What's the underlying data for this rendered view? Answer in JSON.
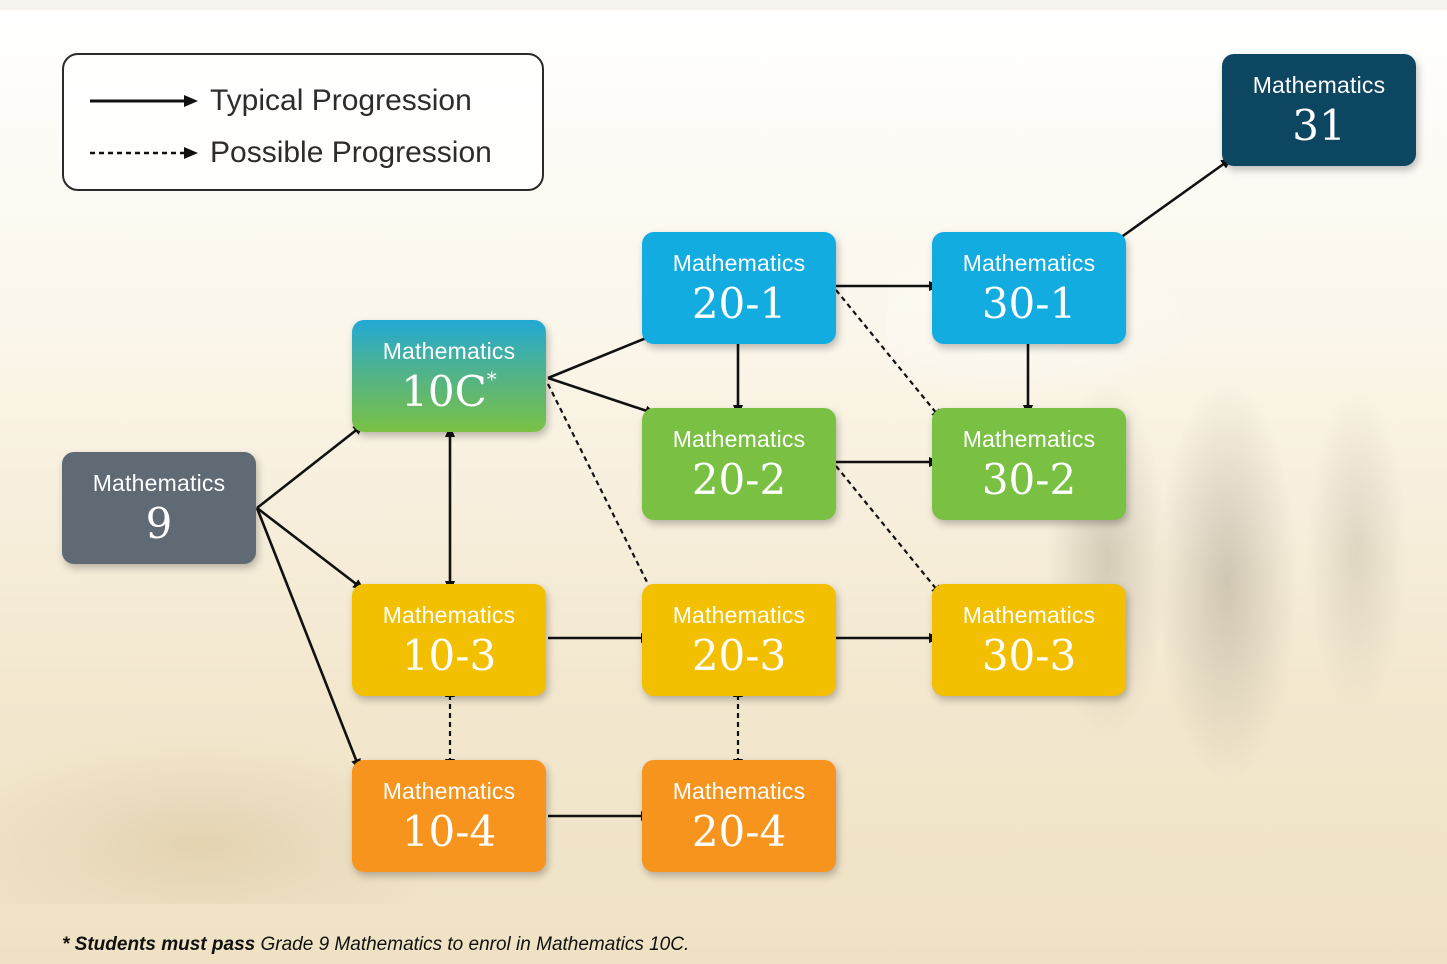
{
  "colors": {
    "gray": "#5f6a75",
    "navy": "#0d4661",
    "blue": "#12ace0",
    "green": "#7ac143",
    "yellow": "#f2c000",
    "orange": "#f7941d"
  },
  "legend": {
    "typical": "Typical Progression",
    "possible": "Possible Progression"
  },
  "courses": {
    "m9": {
      "label": "Mathematics",
      "number": "9"
    },
    "m10c": {
      "label": "Mathematics",
      "number": "10C",
      "mark": "*"
    },
    "m103": {
      "label": "Mathematics",
      "number": "10-3"
    },
    "m104": {
      "label": "Mathematics",
      "number": "10-4"
    },
    "m201": {
      "label": "Mathematics",
      "number": "20-1"
    },
    "m202": {
      "label": "Mathematics",
      "number": "20-2"
    },
    "m203": {
      "label": "Mathematics",
      "number": "20-3"
    },
    "m204": {
      "label": "Mathematics",
      "number": "20-4"
    },
    "m301": {
      "label": "Mathematics",
      "number": "30-1"
    },
    "m302": {
      "label": "Mathematics",
      "number": "30-2"
    },
    "m303": {
      "label": "Mathematics",
      "number": "30-3"
    },
    "m31": {
      "label": "Mathematics",
      "number": "31"
    }
  },
  "footnote": {
    "lead": "* Students must pass",
    "rest": " Grade 9 Mathematics to enrol in Mathematics 10C."
  }
}
